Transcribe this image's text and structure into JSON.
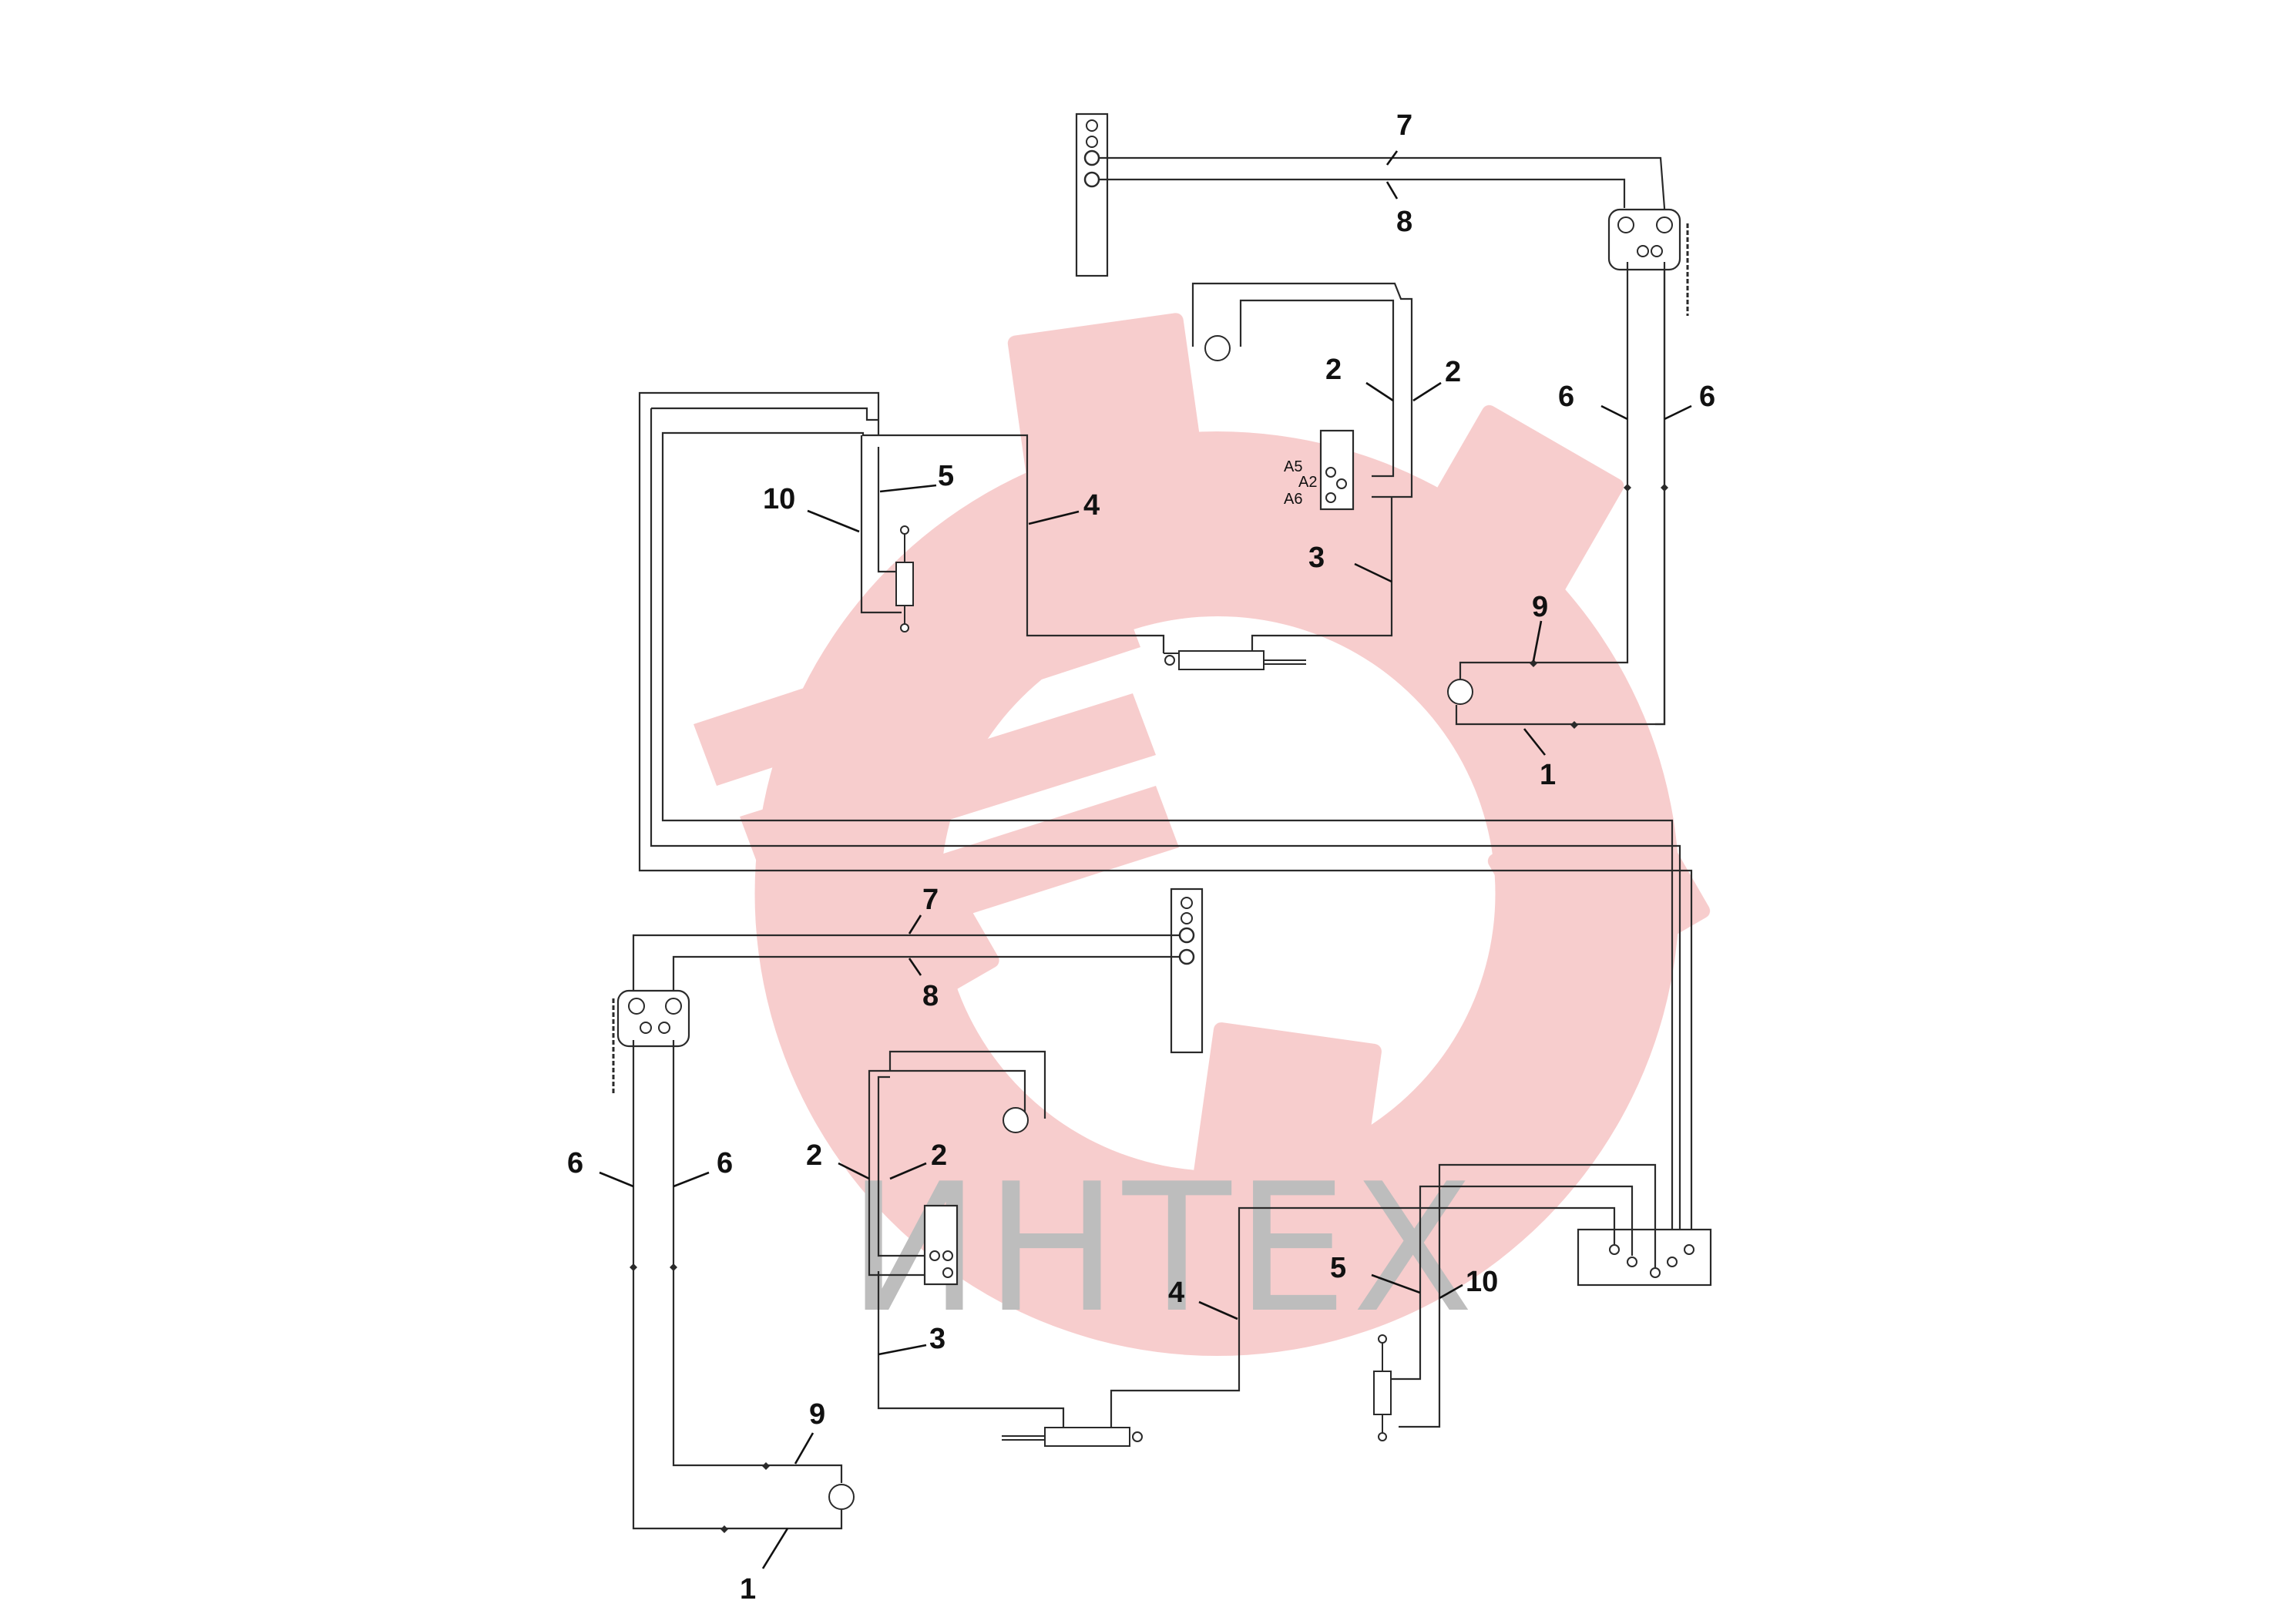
{
  "watermark": {
    "text": "ИНТЕХ",
    "gear_color": "#f7c9c9",
    "text_color": "#bdbdbd"
  },
  "colors": {
    "line": "#2a2a2a",
    "label": "#111111"
  },
  "upper_assembly": {
    "callouts": {
      "c1": "1",
      "c2a": "2",
      "c2b": "2",
      "c3": "3",
      "c4": "4",
      "c5": "5",
      "c6a": "6",
      "c6b": "6",
      "c7": "7",
      "c8": "8",
      "c9": "9",
      "c10": "10"
    },
    "ports": {
      "a5": "A5",
      "a2": "A2",
      "a6": "A6"
    }
  },
  "lower_assembly": {
    "callouts": {
      "c1": "1",
      "c2a": "2",
      "c2b": "2",
      "c3": "3",
      "c4": "4",
      "c5": "5",
      "c6a": "6",
      "c6b": "6",
      "c7": "7",
      "c8": "8",
      "c9": "9",
      "c10": "10"
    }
  }
}
